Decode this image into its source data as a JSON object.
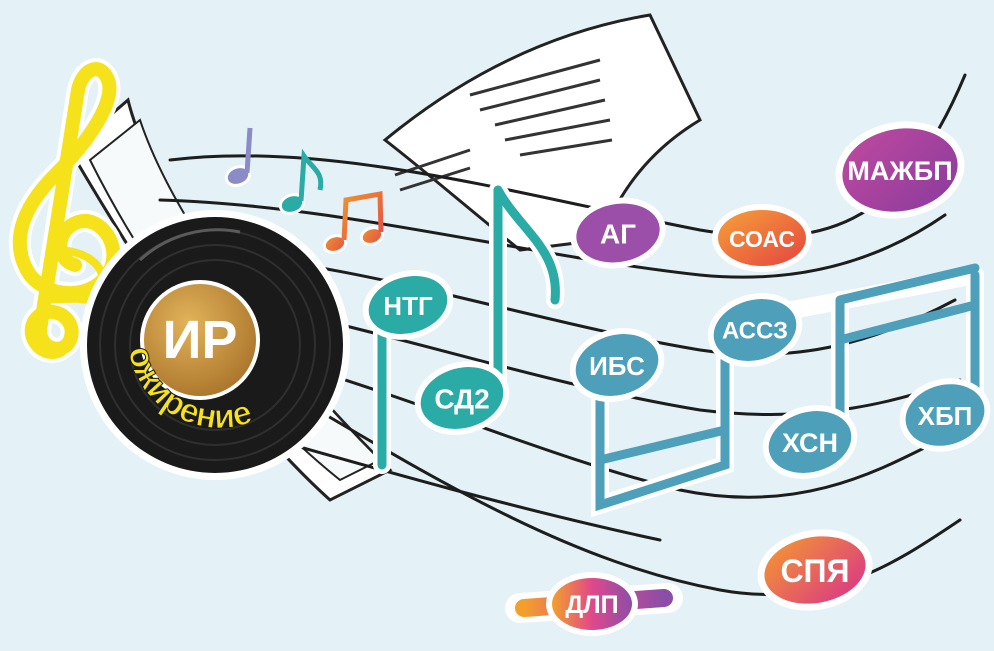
{
  "record": {
    "center_text": "ИР",
    "arc_text": "ожирение"
  },
  "badges": [
    {
      "id": "ag",
      "text": "АГ"
    },
    {
      "id": "soas",
      "text": "СОАС"
    },
    {
      "id": "mazhbp",
      "text": "МАЖБП"
    },
    {
      "id": "ntg",
      "text": "НТГ"
    },
    {
      "id": "sd2",
      "text": "СД2"
    },
    {
      "id": "ibs",
      "text": "ИБС"
    },
    {
      "id": "assz",
      "text": "АССЗ"
    },
    {
      "id": "khsn",
      "text": "ХСН"
    },
    {
      "id": "khbp",
      "text": "ХБП"
    },
    {
      "id": "spya",
      "text": "СПЯ"
    },
    {
      "id": "dlp",
      "text": "ДЛП"
    }
  ],
  "colors": {
    "background": "#e4f1f6",
    "vinyl": "#1a1a1a",
    "label_gold": "#c8953c",
    "clef_yellow": "#f5e21a",
    "teal": "#2aaba6",
    "steel_blue": "#4d9fba",
    "purple": "#9b4fa8",
    "orange": "#f07a2a",
    "magenta": "#b23f95"
  },
  "icons": [
    "treble-clef-icon",
    "caduceus-icon",
    "music-note-icon",
    "vinyl-record-icon",
    "sheet-music-icon"
  ]
}
